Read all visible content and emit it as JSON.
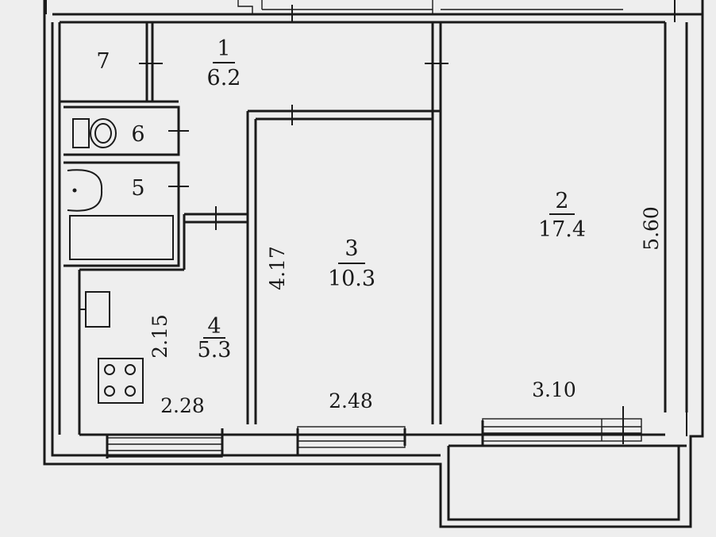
{
  "colors": {
    "background": "#eeeeee",
    "ink": "#1a1a1a"
  },
  "rooms": [
    {
      "id": "7",
      "number": "7"
    },
    {
      "id": "1",
      "number": "1",
      "area": "6.2"
    },
    {
      "id": "6",
      "number": "6"
    },
    {
      "id": "5",
      "number": "5"
    },
    {
      "id": "3",
      "number": "3",
      "area": "10.3"
    },
    {
      "id": "2",
      "number": "2",
      "area": "17.4"
    },
    {
      "id": "4",
      "number": "4",
      "area": "5.3"
    }
  ],
  "dimensions": {
    "room3_height": "4.17",
    "room3_width": "2.48",
    "room2_height": "5.60",
    "room2_width": "3.10",
    "kitchen_height": "2.15",
    "kitchen_width": "2.28"
  }
}
